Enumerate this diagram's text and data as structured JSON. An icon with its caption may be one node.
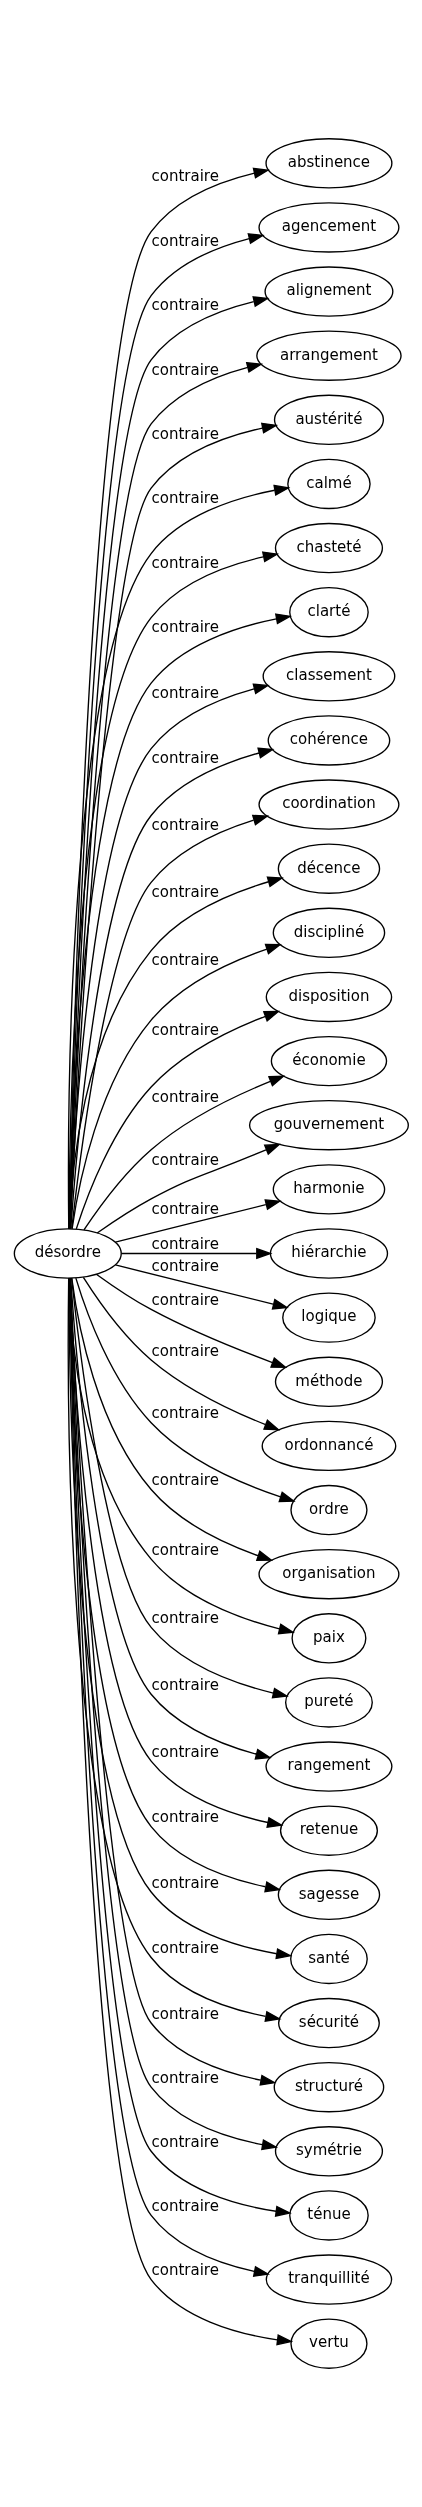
{
  "diagram": {
    "nodes": [
      {
        "text": [
          "désordre"
        ]
      },
      {
        "text": [
          "abstinence"
        ]
      },
      {
        "text": [
          "agencement"
        ]
      },
      {
        "text": [
          "alignement"
        ]
      },
      {
        "text": [
          "arrangement"
        ]
      },
      {
        "text": [
          "austérité"
        ]
      },
      {
        "text": [
          "calmé"
        ]
      },
      {
        "text": [
          "chasteté"
        ]
      },
      {
        "text": [
          "clarté"
        ]
      },
      {
        "text": [
          "classement"
        ]
      },
      {
        "text": [
          "cohérence"
        ]
      },
      {
        "text": [
          "coordination"
        ]
      },
      {
        "text": [
          "décence"
        ]
      },
      {
        "text": [
          "discipliné"
        ]
      },
      {
        "text": [
          "disposition"
        ]
      },
      {
        "text": [
          "économie"
        ]
      },
      {
        "text": [
          "gouvernement"
        ]
      },
      {
        "text": [
          "harmonie"
        ]
      },
      {
        "text": [
          "hiérarchie"
        ]
      },
      {
        "text": [
          "logique"
        ]
      },
      {
        "text": [
          "méthode"
        ]
      },
      {
        "text": [
          "ordonnancé"
        ]
      },
      {
        "text": [
          "ordre"
        ]
      },
      {
        "text": [
          "organisation"
        ]
      },
      {
        "text": [
          "paix"
        ]
      },
      {
        "text": [
          "pureté"
        ]
      },
      {
        "text": [
          "rangement"
        ]
      },
      {
        "text": [
          "retenue"
        ]
      },
      {
        "text": [
          "sagesse"
        ]
      },
      {
        "text": [
          "santé"
        ]
      },
      {
        "text": [
          "sécurité"
        ]
      },
      {
        "text": [
          "structuré"
        ]
      },
      {
        "text": [
          "symétrie"
        ]
      },
      {
        "text": [
          "ténue"
        ]
      },
      {
        "text": [
          "tranquillité"
        ]
      },
      {
        "text": [
          "vertu"
        ]
      }
    ],
    "edges": [
      {
        "from": 0,
        "to": 1,
        "arrow": "to",
        "label": "contraire"
      },
      {
        "from": 0,
        "to": 2,
        "arrow": "to",
        "label": "contraire"
      },
      {
        "from": 0,
        "to": 3,
        "arrow": "to",
        "label": "contraire"
      },
      {
        "from": 0,
        "to": 4,
        "arrow": "to",
        "label": "contraire"
      },
      {
        "from": 0,
        "to": 5,
        "arrow": "to",
        "label": "contraire"
      },
      {
        "from": 0,
        "to": 6,
        "arrow": "to",
        "label": "contraire"
      },
      {
        "from": 0,
        "to": 7,
        "arrow": "to",
        "label": "contraire"
      },
      {
        "from": 0,
        "to": 8,
        "arrow": "to",
        "label": "contraire"
      },
      {
        "from": 0,
        "to": 9,
        "arrow": "to",
        "label": "contraire"
      },
      {
        "from": 0,
        "to": 10,
        "arrow": "to",
        "label": "contraire"
      },
      {
        "from": 0,
        "to": 11,
        "arrow": "to",
        "label": "contraire"
      },
      {
        "from": 0,
        "to": 12,
        "arrow": "to",
        "label": "contraire"
      },
      {
        "from": 0,
        "to": 13,
        "arrow": "to",
        "label": "contraire"
      },
      {
        "from": 0,
        "to": 14,
        "arrow": "to",
        "label": "contraire"
      },
      {
        "from": 0,
        "to": 15,
        "arrow": "to",
        "label": "contraire"
      },
      {
        "from": 0,
        "to": 16,
        "arrow": "to",
        "label": "contraire"
      },
      {
        "from": 0,
        "to": 17,
        "arrow": "to",
        "label": "contraire"
      },
      {
        "from": 0,
        "to": 18,
        "arrow": "to",
        "label": "contraire"
      },
      {
        "from": 0,
        "to": 19,
        "arrow": "to",
        "label": "contraire"
      },
      {
        "from": 0,
        "to": 20,
        "arrow": "to",
        "label": "contraire"
      },
      {
        "from": 0,
        "to": 21,
        "arrow": "to",
        "label": "contraire"
      },
      {
        "from": 0,
        "to": 22,
        "arrow": "to",
        "label": "contraire"
      },
      {
        "from": 0,
        "to": 23,
        "arrow": "to",
        "label": "contraire"
      },
      {
        "from": 0,
        "to": 24,
        "arrow": "to",
        "label": "contraire"
      },
      {
        "from": 0,
        "to": 25,
        "arrow": "to",
        "label": "contraire"
      },
      {
        "from": 0,
        "to": 26,
        "arrow": "to",
        "label": "contraire"
      },
      {
        "from": 0,
        "to": 27,
        "arrow": "to",
        "label": "contraire"
      },
      {
        "from": 0,
        "to": 28,
        "arrow": "to",
        "label": "contraire"
      },
      {
        "from": 0,
        "to": 29,
        "arrow": "to",
        "label": "contraire"
      },
      {
        "from": 0,
        "to": 30,
        "arrow": "to",
        "label": "contraire"
      },
      {
        "from": 0,
        "to": 31,
        "arrow": "to",
        "label": "contraire"
      },
      {
        "from": 0,
        "to": 32,
        "arrow": "to",
        "label": "contraire"
      },
      {
        "from": 0,
        "to": 33,
        "arrow": "to",
        "label": "contraire"
      },
      {
        "from": 0,
        "to": 34,
        "arrow": "to",
        "label": "contraire"
      },
      {
        "from": 0,
        "to": 35,
        "arrow": "to",
        "label": "contraire"
      }
    ]
  }
}
